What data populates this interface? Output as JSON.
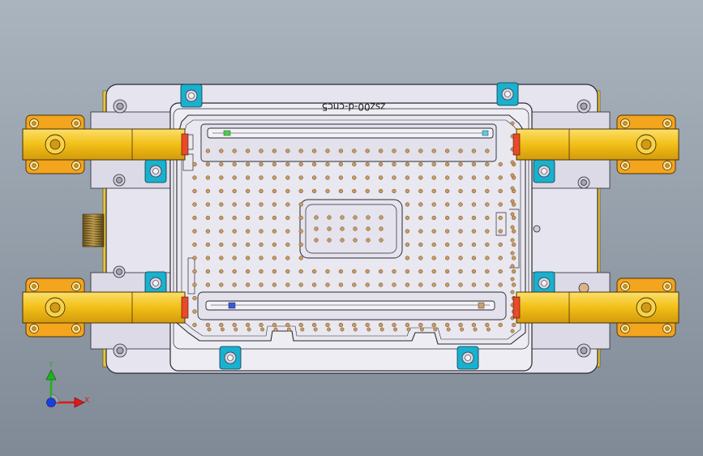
{
  "part_label": "zsz00-d-cnc5",
  "triad": {
    "y_label": "Y",
    "x_label": "X"
  },
  "colors": {
    "background_top": "#aab4bf",
    "background_bottom": "#7f8a96",
    "plate": "#e6e4ee",
    "clamp_yellow": "#f7c41a",
    "clamp_base": "#f3a51e",
    "teal_bushing": "#1ab0cf",
    "pin": "#c99a62",
    "axis_x": "#e01818",
    "axis_y": "#1fb21f",
    "axis_z": "#1a3fe0"
  }
}
